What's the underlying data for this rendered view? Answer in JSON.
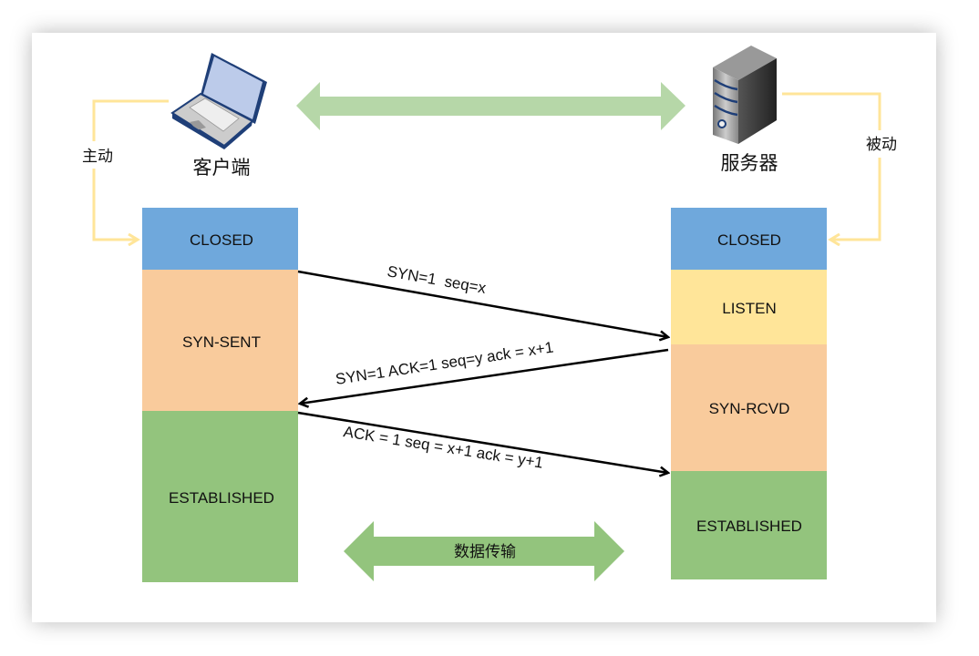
{
  "client": {
    "label": "客户端",
    "icon": "laptop-icon",
    "role": "主动"
  },
  "server": {
    "label": "服务器",
    "icon": "server-icon",
    "role": "被动"
  },
  "client_states": [
    {
      "label": "CLOSED",
      "color": "#6fa8dc"
    },
    {
      "label": "SYN-SENT",
      "color": "#f9cb9c"
    },
    {
      "label": "ESTABLISHED",
      "color": "#93c47d"
    }
  ],
  "server_states": [
    {
      "label": "CLOSED",
      "color": "#6fa8dc"
    },
    {
      "label": "LISTEN",
      "color": "#ffe599"
    },
    {
      "label": "SYN-RCVD",
      "color": "#f9cb9c"
    },
    {
      "label": "ESTABLISHED",
      "color": "#93c47d"
    }
  ],
  "messages": [
    {
      "label": "SYN=1  seq=x",
      "direction": "client-to-server"
    },
    {
      "label": "SYN=1 ACK=1 seq=y ack = x+1",
      "direction": "server-to-client"
    },
    {
      "label": "ACK = 1 seq = x+1 ack = y+1",
      "direction": "client-to-server"
    }
  ],
  "data_transfer": {
    "label": "数据传输",
    "color": "#93c47d"
  },
  "connection_arrow_color": "#b6d7a8",
  "role_line_color": "#ffe599"
}
